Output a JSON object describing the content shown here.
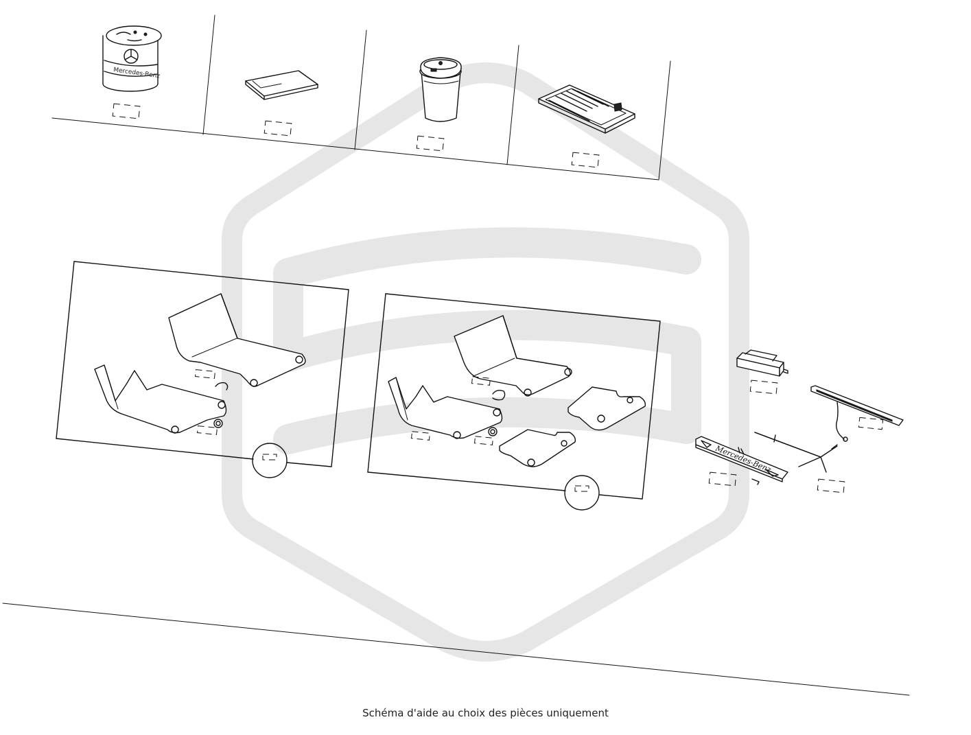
{
  "caption": "Schéma d'aide au choix des pièces uniquement",
  "parts": {
    "air_freshener_can": {
      "brand_text": "Mercedes-Benz"
    },
    "door_sill_plate": {
      "brand_text": "Mercedes-Benz"
    }
  },
  "icons": {
    "brand_logo": "mercedes-star-icon",
    "watermark": "hexagon-s-watermark-icon"
  },
  "colors": {
    "line": "#111111",
    "watermark": "#e6e6e6",
    "background": "#ffffff"
  }
}
